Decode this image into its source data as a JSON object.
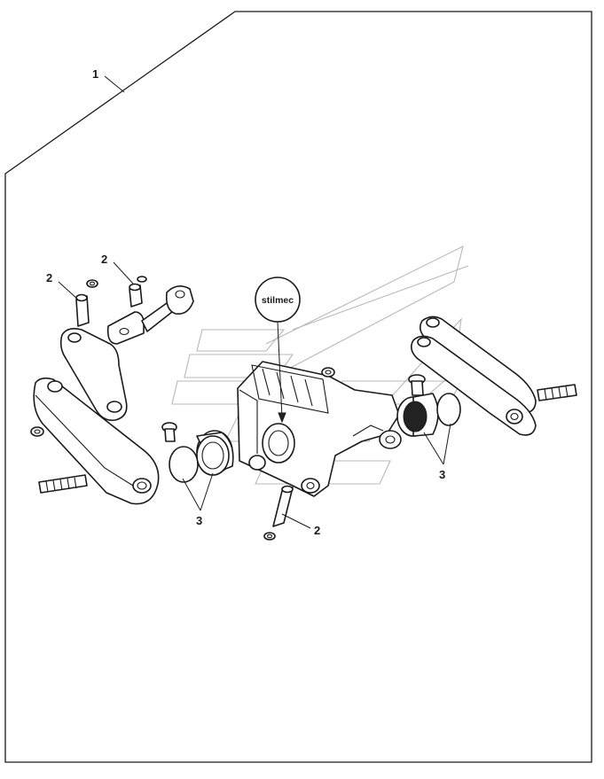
{
  "callouts": {
    "kit": "1",
    "pin_left": "2",
    "pin_top": "2",
    "pin_center": "2",
    "piston_left": "3",
    "piston_right": "3"
  },
  "logo": {
    "text": "stilmec"
  },
  "colors": {
    "line": "#1a1a1a",
    "watermark": "#b8b8b8",
    "background": "#ffffff"
  }
}
